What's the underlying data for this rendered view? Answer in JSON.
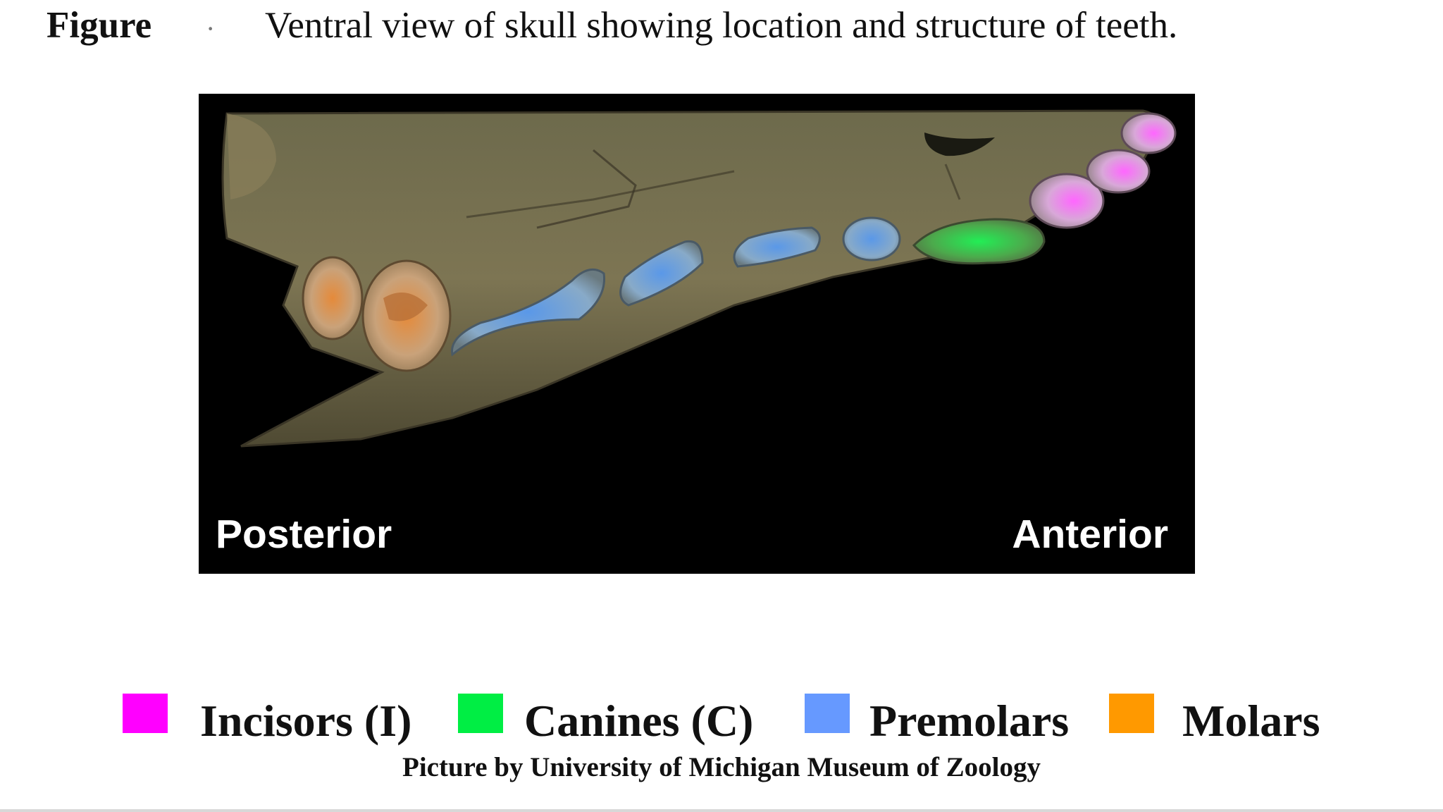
{
  "caption": {
    "label": "Figure",
    "separator": "·",
    "title": "Ventral view of skull showing location and structure of teeth."
  },
  "image": {
    "posterior_label": "Posterior",
    "anterior_label": "Anterior",
    "teeth_highlighted": {
      "incisors": 3,
      "canines": 1,
      "premolars": 4,
      "molars": 2
    }
  },
  "legend": {
    "items": [
      {
        "label": "Incisors (I)",
        "color": "#ff00ff"
      },
      {
        "label": "Canines (C)",
        "color": "#00ee44"
      },
      {
        "label": "Premolars",
        "color": "#6699ff"
      },
      {
        "label": "Molars",
        "color": "#ff9900"
      }
    ]
  },
  "credit": "Picture by University of Michigan Museum of Zoology"
}
